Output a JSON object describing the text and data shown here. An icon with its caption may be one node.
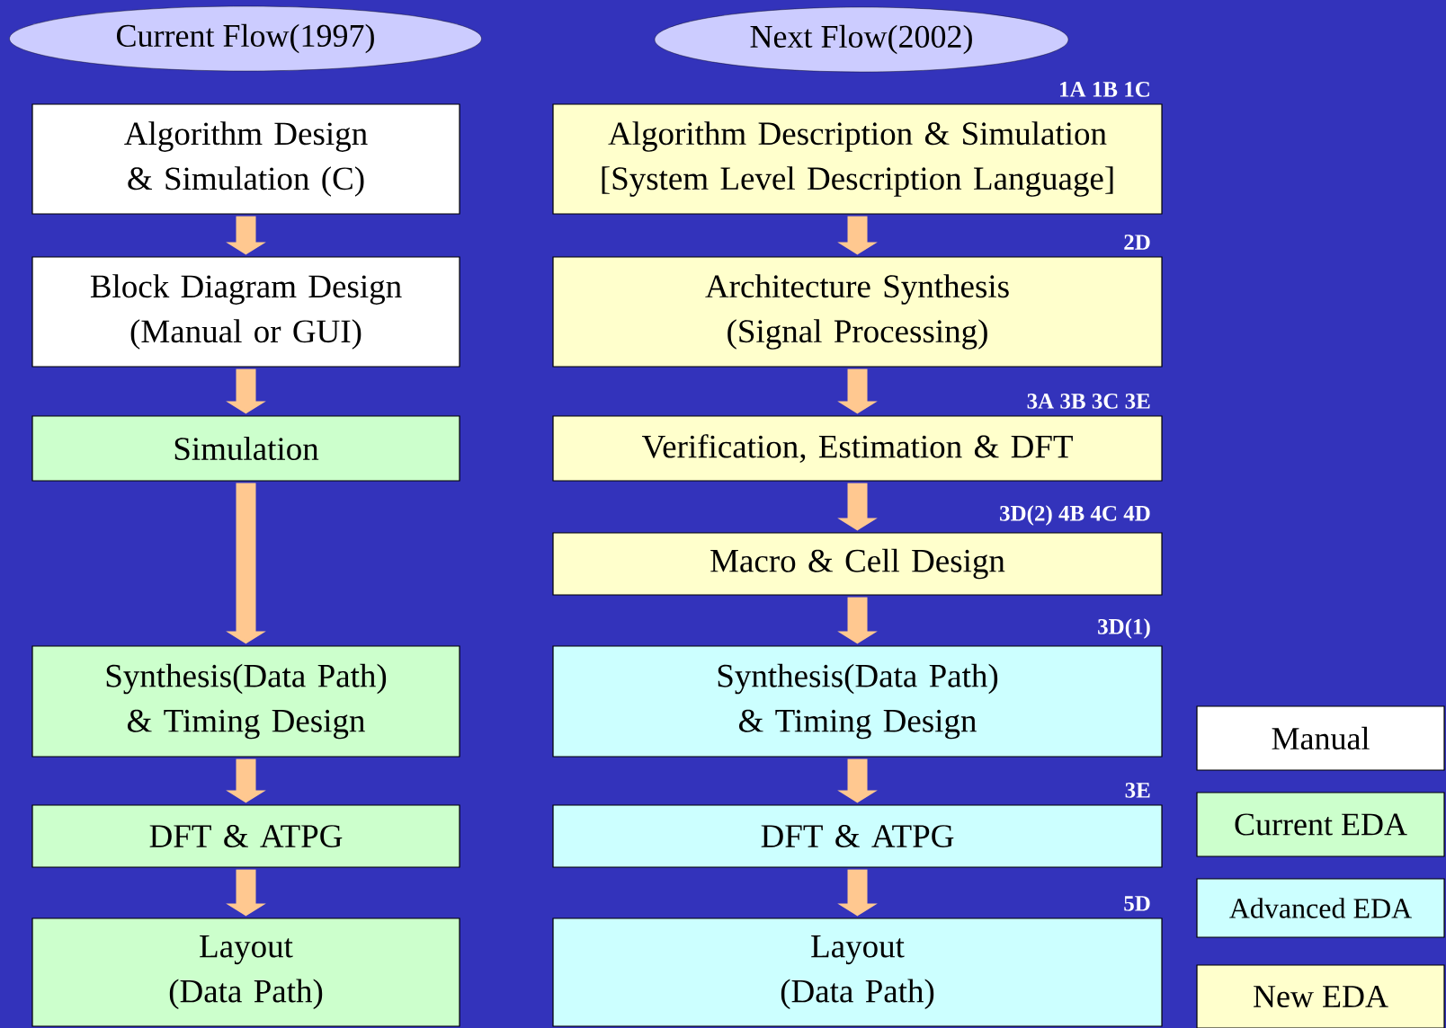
{
  "diagram": {
    "nodes": [
      {
        "text": [
          "Current Flow(1997)"
        ]
      },
      {
        "text": [
          "Next Flow(2002)"
        ]
      },
      {
        "text": [
          "Algorithm Design & Simulation (C)"
        ]
      },
      {
        "text": [
          "Block Diagram Design (Manual or GUI)"
        ]
      },
      {
        "text": [
          "Simulation"
        ]
      },
      {
        "text": [
          "Synthesis(Data Path) & Timing Design"
        ]
      },
      {
        "text": [
          "DFT & ATPG"
        ]
      },
      {
        "text": [
          "Layout (Data Path)"
        ]
      },
      {
        "text": [
          "Algorithm Description & Simulation [System Level Description Language]"
        ],
        "beside": [
          "1A 1B 1C"
        ]
      },
      {
        "text": [
          "Architecture Synthesis (Signal Processing)"
        ],
        "beside": [
          "2D"
        ]
      },
      {
        "text": [
          "Verification, Estimation & DFT"
        ],
        "beside": [
          "3A 3B 3C 3E"
        ]
      },
      {
        "text": [
          "Macro & Cell Design"
        ],
        "beside": [
          "3D(2) 4B 4C 4D"
        ]
      },
      {
        "text": [
          "Synthesis(Data Path) & Timing Design"
        ],
        "beside": [
          "3D(1)"
        ]
      },
      {
        "text": [
          "DFT & ATPG"
        ],
        "beside": [
          "3E"
        ]
      },
      {
        "text": [
          "Layout (Data Path)"
        ],
        "beside": [
          "5D"
        ]
      }
    ],
    "edges": [
      {
        "from": 2,
        "to": 3,
        "arrow": "to"
      },
      {
        "from": 3,
        "to": 4,
        "arrow": "to"
      },
      {
        "from": 4,
        "to": 5,
        "arrow": "to"
      },
      {
        "from": 5,
        "to": 6,
        "arrow": "to"
      },
      {
        "from": 6,
        "to": 7,
        "arrow": "to"
      },
      {
        "from": 8,
        "to": 9,
        "arrow": "to"
      },
      {
        "from": 9,
        "to": 10,
        "arrow": "to"
      },
      {
        "from": 10,
        "to": 11,
        "arrow": "to"
      },
      {
        "from": 11,
        "to": 12,
        "arrow": "to"
      },
      {
        "from": 12,
        "to": 13,
        "arrow": "to"
      },
      {
        "from": 13,
        "to": 14,
        "arrow": "to"
      }
    ],
    "legend": [
      {
        "text": "Manual",
        "color": "#ffffff"
      },
      {
        "text": "Current EDA",
        "color": "#ccffcc"
      },
      {
        "text": "Advanced EDA",
        "color": "#ccffff"
      },
      {
        "text": "New EDA",
        "color": "#ffffcc"
      }
    ]
  }
}
